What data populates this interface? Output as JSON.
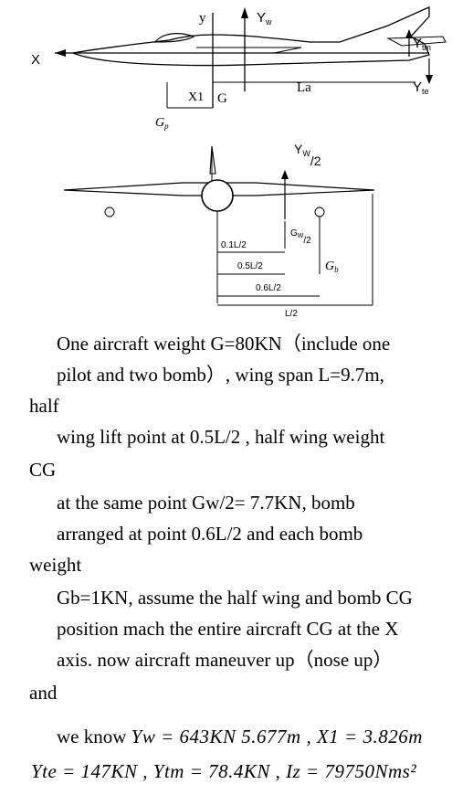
{
  "diagram": {
    "side_view": {
      "x_axis": "X",
      "y_axis": "y",
      "wing_lift": "Y",
      "wing_lift_sub": "w",
      "x1": "X1",
      "g": "G",
      "la": "La",
      "tail_lift": "Y",
      "tail_lift_sub": "tm",
      "tail_force": "Y",
      "tail_force_sub": "te",
      "gp": "G",
      "gp_sub": "p"
    },
    "front_view": {
      "half_lift": "Y",
      "half_lift_sub": "W",
      "half_lift_frac": "/2",
      "half_weight": "G",
      "half_weight_sub": "W",
      "half_weight_frac": "/2",
      "bomb_weight": "G",
      "bomb_weight_sub": "b",
      "dim_01": "0.1L/2",
      "dim_05": "0.5L/2",
      "dim_06": "0.6L/2",
      "dim_l2": "L/2"
    }
  },
  "problem": {
    "lines": [
      "One aircraft weight G=80KN（include one",
      "pilot and two bomb）, wing span L=9.7m,",
      "half",
      "wing lift point at 0.5L/2 , half wing weight",
      "CG",
      "at the same point Gw/2= 7.7KN, bomb",
      "arranged at point 0.6L/2 and each bomb",
      "weight",
      "Gb=1KN, assume the half wing and bomb CG",
      "position mach the entire aircraft CG at the X",
      "axis. now aircraft maneuver up（nose up）",
      "and"
    ],
    "given_intro": "we know",
    "given_line1": "Yw = 643KN 5.677m , X1 = 3.826m",
    "given_line2": "Yte = 147KN , Ytm = 78.4KN , Iz = 79750Nms²"
  }
}
